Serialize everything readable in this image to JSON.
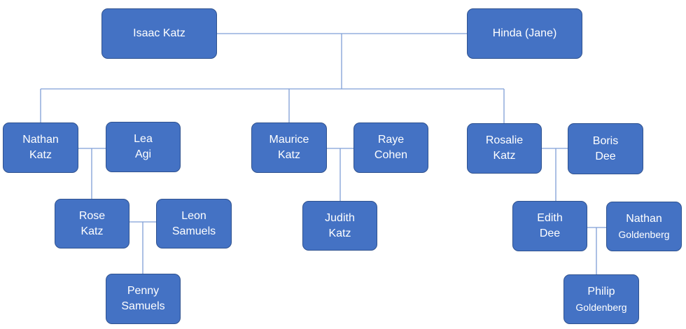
{
  "people": {
    "isaac": {
      "line1": "Isaac Katz"
    },
    "hinda": {
      "line1": "Hinda (Jane)"
    },
    "nathan": {
      "line1": "Nathan",
      "line2": "Katz"
    },
    "lea": {
      "line1": "Lea",
      "line2": "Agi"
    },
    "maurice": {
      "line1": "Maurice",
      "line2": "Katz"
    },
    "raye": {
      "line1": "Raye",
      "line2": "Cohen"
    },
    "rosalie": {
      "line1": "Rosalie",
      "line2": "Katz"
    },
    "boris": {
      "line1": "Boris",
      "line2": "Dee"
    },
    "rose": {
      "line1": "Rose",
      "line2": "Katz"
    },
    "leon": {
      "line1": "Leon",
      "line2": "Samuels"
    },
    "judith": {
      "line1": "Judith",
      "line2": "Katz"
    },
    "edith": {
      "line1": "Edith",
      "line2": "Dee"
    },
    "nathang": {
      "line1": "Nathan",
      "line2": "Goldenberg"
    },
    "penny": {
      "line1": "Penny",
      "line2": "Samuels"
    },
    "philip": {
      "line1": "Philip",
      "line2": "Goldenberg"
    }
  },
  "colors": {
    "node_fill": "#4472c4",
    "node_border": "#2f528f",
    "connector": "#7f9fd6",
    "text": "#ffffff"
  }
}
